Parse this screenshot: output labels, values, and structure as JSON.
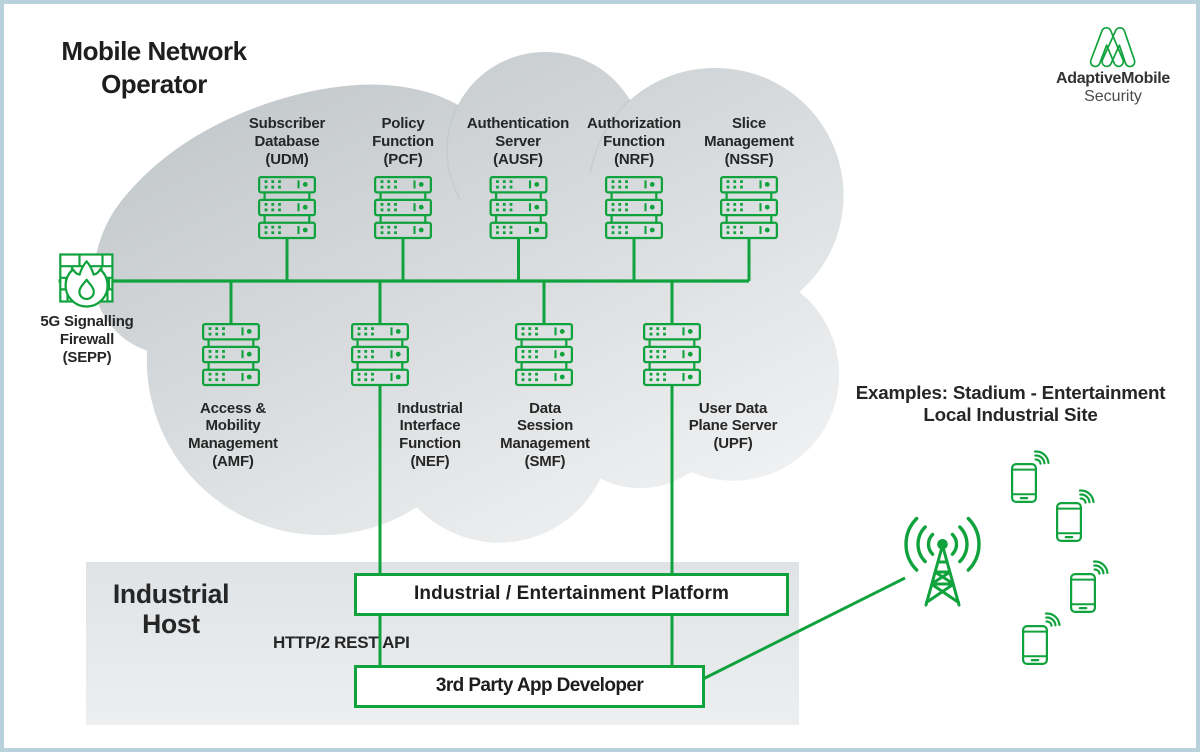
{
  "title": "Mobile Network\nOperator",
  "logo": {
    "brand": "AdaptiveMobile",
    "subtitle": "Security",
    "mark_icon": "adaptivemobile-logo-icon"
  },
  "colors": {
    "green": "#10a23d",
    "ink": "#262626",
    "border": "#b7d2da",
    "cloud_dark": "#c3c8cb",
    "cloud_light": "#f1f2f3",
    "host_box": "#e0e3e5"
  },
  "firewall": {
    "label": "5G Signalling\nFirewall\n(SEPP)",
    "icon": "firewall-brick-flame-icon"
  },
  "top_nodes": [
    {
      "label": "Subscriber\nDatabase\n(UDM)",
      "icon": "server-rack-icon"
    },
    {
      "label": "Policy\nFunction\n(PCF)",
      "icon": "server-rack-icon"
    },
    {
      "label": "Authentication\nServer\n(AUSF)",
      "icon": "server-rack-icon"
    },
    {
      "label": "Authorization\nFunction\n(NRF)",
      "icon": "server-rack-icon"
    },
    {
      "label": "Slice\nManagement\n(NSSF)",
      "icon": "server-rack-icon"
    }
  ],
  "bottom_nodes": [
    {
      "label": "Access &\nMobility\nManagement\n(AMF)",
      "icon": "server-rack-icon"
    },
    {
      "label": "Industrial\nInterface\nFunction\n(NEF)",
      "icon": "server-rack-icon"
    },
    {
      "label": "Data\nSession\nManagement\n(SMF)",
      "icon": "server-rack-icon"
    },
    {
      "label": "User Data\nPlane Server\n(UPF)",
      "icon": "server-rack-icon"
    }
  ],
  "examples_note": "Examples: Stadium - Entertainment\nLocal Industrial Site",
  "industrial_host": {
    "title": "Industrial\nHost",
    "platform_box": "Industrial / Entertainment Platform",
    "api_label": "HTTP/2 REST API",
    "developer_box": "3rd Party App Developer"
  },
  "radio": {
    "tower_icon": "cell-tower-icon",
    "phone_icon": "smartphone-icon",
    "phone_count": 4
  }
}
